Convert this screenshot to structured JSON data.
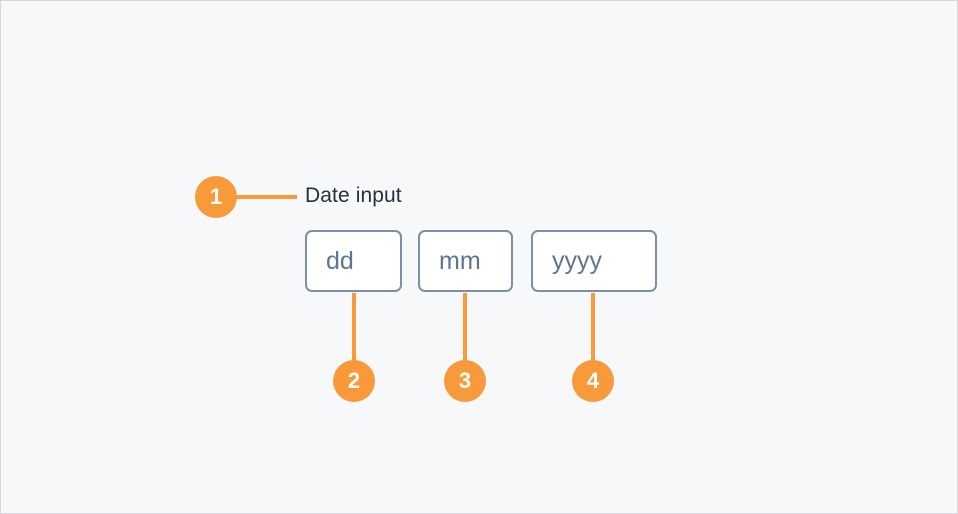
{
  "page": {
    "background_color": "#f6f8fa",
    "border_color": "#d6d8db",
    "accent_color": "#f99a3a",
    "label_color": "#263040",
    "input_border_color": "#7d8fa6",
    "input_text_color": "#5f7590"
  },
  "field": {
    "label": "Date input"
  },
  "inputs": [
    {
      "name": "day",
      "value": "",
      "placeholder": "dd"
    },
    {
      "name": "month",
      "value": "",
      "placeholder": "mm"
    },
    {
      "name": "year",
      "value": "",
      "placeholder": "yyyy"
    }
  ],
  "callouts": [
    {
      "number": "1",
      "target": "Date input label"
    },
    {
      "number": "2",
      "target": "dd input"
    },
    {
      "number": "3",
      "target": "mm input"
    },
    {
      "number": "4",
      "target": "yyyy input"
    }
  ]
}
